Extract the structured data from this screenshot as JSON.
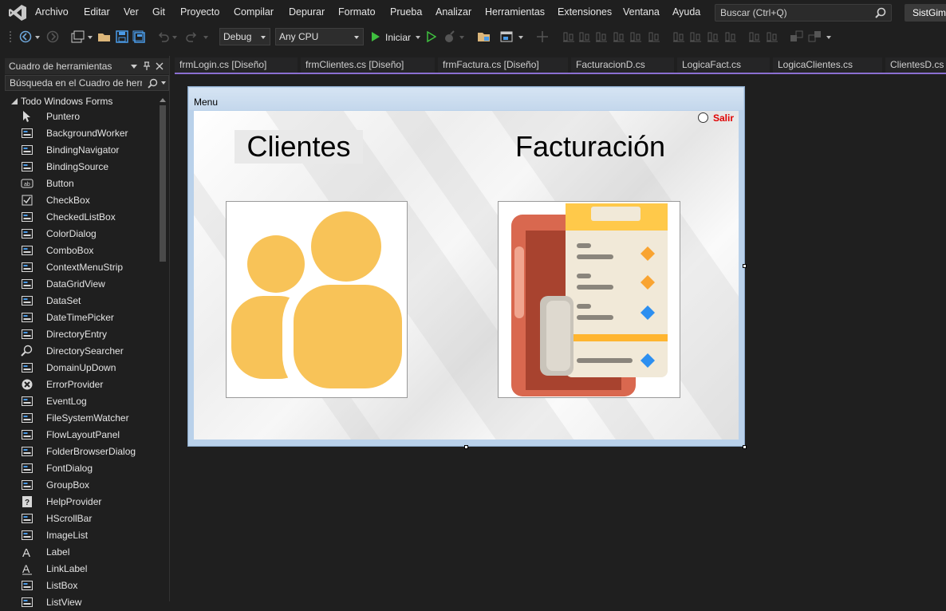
{
  "menubar": {
    "items": [
      "Archivo",
      "Editar",
      "Ver",
      "Git",
      "Proyecto",
      "Compilar",
      "Depurar",
      "Formato",
      "Prueba",
      "Analizar",
      "Herramientas",
      "Extensiones",
      "Ventana",
      "Ayuda"
    ],
    "search_placeholder": "Buscar (Ctrl+Q)",
    "solution_name": "SistGimn"
  },
  "toolbar": {
    "config": "Debug",
    "platform": "Any CPU",
    "start_label": "Iniciar"
  },
  "toolbox": {
    "title": "Cuadro de herramientas",
    "search_placeholder": "Búsqueda en el Cuadro de herramientas",
    "group": "Todo Windows Forms",
    "items": [
      "Puntero",
      "BackgroundWorker",
      "BindingNavigator",
      "BindingSource",
      "Button",
      "CheckBox",
      "CheckedListBox",
      "ColorDialog",
      "ComboBox",
      "ContextMenuStrip",
      "DataGridView",
      "DataSet",
      "DateTimePicker",
      "DirectoryEntry",
      "DirectorySearcher",
      "DomainUpDown",
      "ErrorProvider",
      "EventLog",
      "FileSystemWatcher",
      "FlowLayoutPanel",
      "FolderBrowserDialog",
      "FontDialog",
      "GroupBox",
      "HelpProvider",
      "HScrollBar",
      "ImageList",
      "Label",
      "LinkLabel",
      "ListBox",
      "ListView"
    ]
  },
  "tabs": [
    "frmLogin.cs [Diseño]",
    "frmClientes.cs [Diseño]",
    "frmFactura.cs [Diseño]",
    "FacturacionD.cs",
    "LogicaFact.cs",
    "LogicaClientes.cs",
    "ClientesD.cs"
  ],
  "form": {
    "menu_label": "Menu",
    "salir_label": "Salir",
    "clientes_label": "Clientes",
    "facturacion_label": "Facturación"
  },
  "colors": {
    "accent": "#8b6fd1",
    "salir_text": "#e00000",
    "people_icon": "#f8c358"
  }
}
